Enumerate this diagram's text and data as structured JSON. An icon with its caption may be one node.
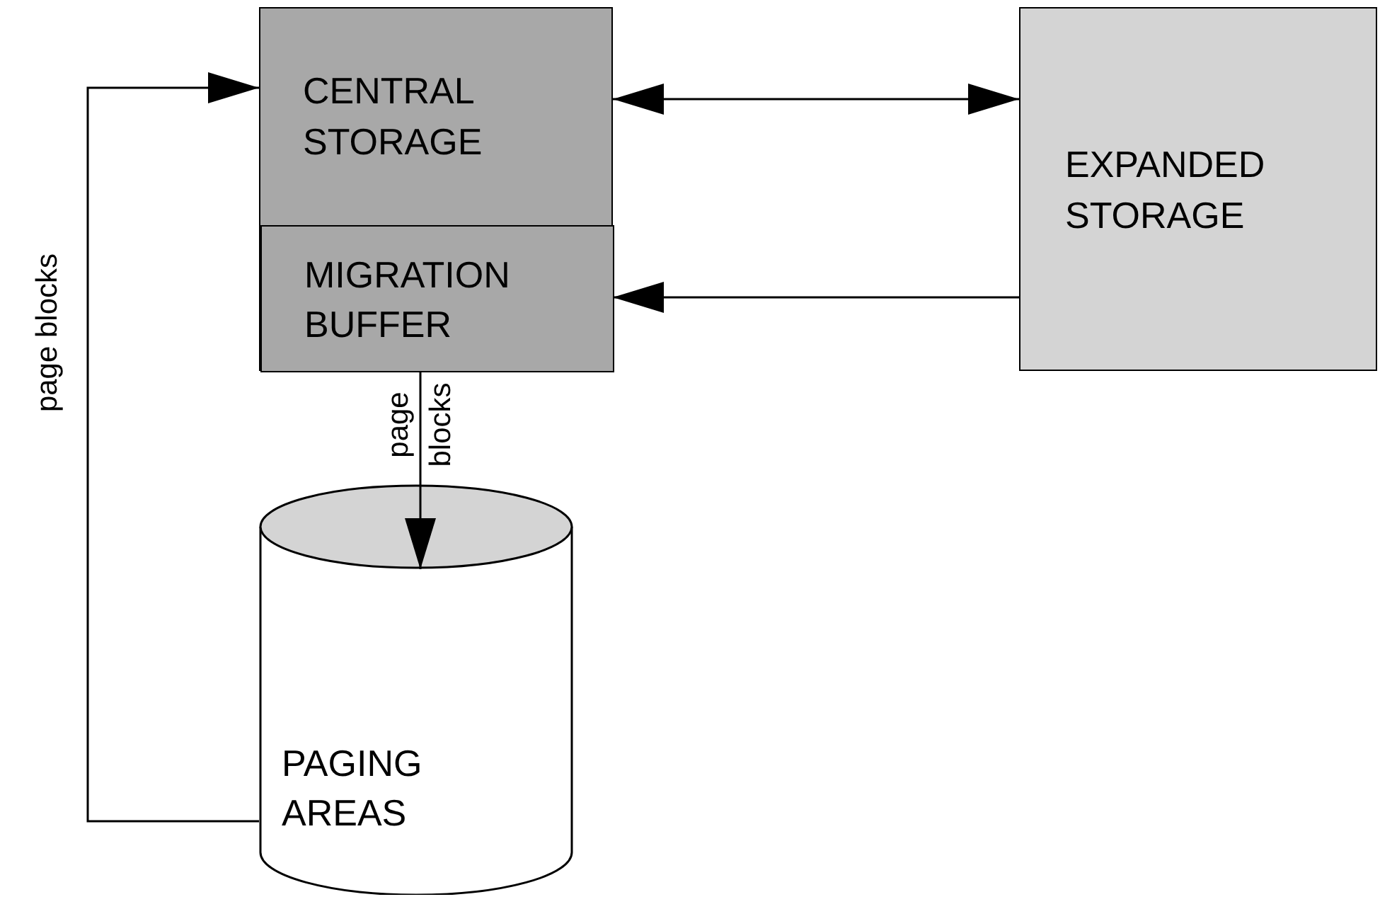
{
  "diagram": {
    "nodes": [
      {
        "text": [
          "CENTRAL STORAGE"
        ]
      },
      {
        "text": [
          "MIGRATION BUFFER"
        ],
        "in": 0
      },
      {
        "text": [
          "EXPANDED STORAGE"
        ]
      },
      {
        "text": [
          "PAGING AREAS"
        ]
      }
    ],
    "edges": [
      {
        "from": 0,
        "to": 2,
        "arrow": "both"
      },
      {
        "from": 2,
        "to": 1,
        "arrow": "to"
      },
      {
        "from": 1,
        "to": 3,
        "arrow": "to",
        "label": "page blocks"
      },
      {
        "from": 3,
        "to": 0,
        "arrow": "to",
        "label": "page blocks"
      }
    ]
  }
}
